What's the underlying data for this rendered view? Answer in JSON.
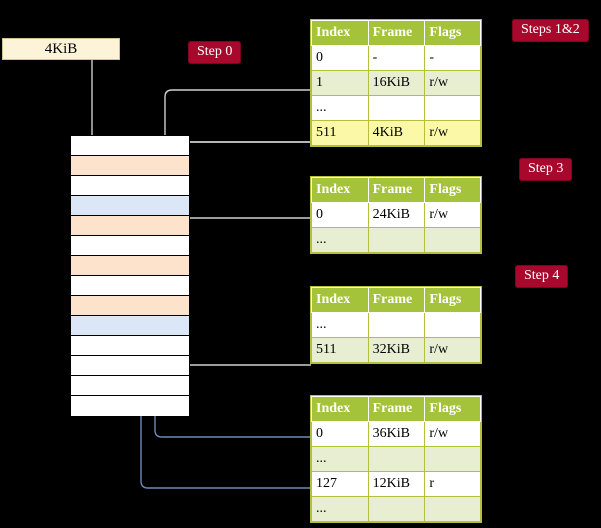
{
  "diagram": {
    "title_badges": [
      {
        "id": "step0",
        "label": "Step 0"
      },
      {
        "id": "step12",
        "label": "Steps 1&2"
      },
      {
        "id": "step3",
        "label": "Step 3"
      },
      {
        "id": "step4",
        "label": "Step 4"
      }
    ],
    "source_box": {
      "label": "4KiB"
    },
    "colors": {
      "background": "#000000",
      "badge": "#a8082c",
      "table_header": "#a4c23a",
      "table_shade": "#e8eed2",
      "highlight": "#fbf8a8",
      "memory_orange": "#fde2cc",
      "memory_blue": "#dbe7f7",
      "source_box": "#fdf3d8",
      "wire_grey": "#c9c9c9",
      "wire_blue": "#6d8cb5"
    },
    "memory_column": {
      "rows": [
        {
          "index": 0,
          "fill": "white"
        },
        {
          "index": 1,
          "fill": "orange"
        },
        {
          "index": 2,
          "fill": "white"
        },
        {
          "index": 3,
          "fill": "blue"
        },
        {
          "index": 4,
          "fill": "orange"
        },
        {
          "index": 5,
          "fill": "white"
        },
        {
          "index": 6,
          "fill": "orange"
        },
        {
          "index": 7,
          "fill": "white"
        },
        {
          "index": 8,
          "fill": "orange"
        },
        {
          "index": 9,
          "fill": "blue"
        },
        {
          "index": 10,
          "fill": "white"
        },
        {
          "index": 11,
          "fill": "white"
        },
        {
          "index": 12,
          "fill": "white"
        },
        {
          "index": 13,
          "fill": "white"
        }
      ]
    },
    "columns": [
      "Index",
      "Frame",
      "Flags"
    ],
    "tables": [
      {
        "id": "table-1",
        "rows": [
          {
            "cells": [
              "0",
              "-",
              "-"
            ],
            "style": "plain",
            "highlight": false
          },
          {
            "cells": [
              "1",
              "16KiB",
              "r/w"
            ],
            "style": "shade",
            "highlight": false
          },
          {
            "cells": [
              "...",
              "",
              ""
            ],
            "style": "plain",
            "highlight": false
          },
          {
            "cells": [
              "511",
              "4KiB",
              "r/w"
            ],
            "style": "shade",
            "highlight": true
          }
        ]
      },
      {
        "id": "table-2",
        "rows": [
          {
            "cells": [
              "0",
              "24KiB",
              "r/w"
            ],
            "style": "plain",
            "highlight": false
          },
          {
            "cells": [
              "...",
              "",
              ""
            ],
            "style": "shade",
            "highlight": false
          }
        ]
      },
      {
        "id": "table-3",
        "rows": [
          {
            "cells": [
              "...",
              "",
              ""
            ],
            "style": "plain",
            "highlight": false
          },
          {
            "cells": [
              "511",
              "32KiB",
              "r/w"
            ],
            "style": "shade",
            "highlight": false
          }
        ]
      },
      {
        "id": "table-4",
        "rows": [
          {
            "cells": [
              "0",
              "36KiB",
              "r/w"
            ],
            "style": "plain",
            "highlight": false
          },
          {
            "cells": [
              "...",
              "",
              ""
            ],
            "style": "shade",
            "highlight": false
          },
          {
            "cells": [
              "127",
              "12KiB",
              "r"
            ],
            "style": "plain",
            "highlight": false
          },
          {
            "cells": [
              "...",
              "",
              ""
            ],
            "style": "shade",
            "highlight": false
          }
        ]
      }
    ]
  }
}
